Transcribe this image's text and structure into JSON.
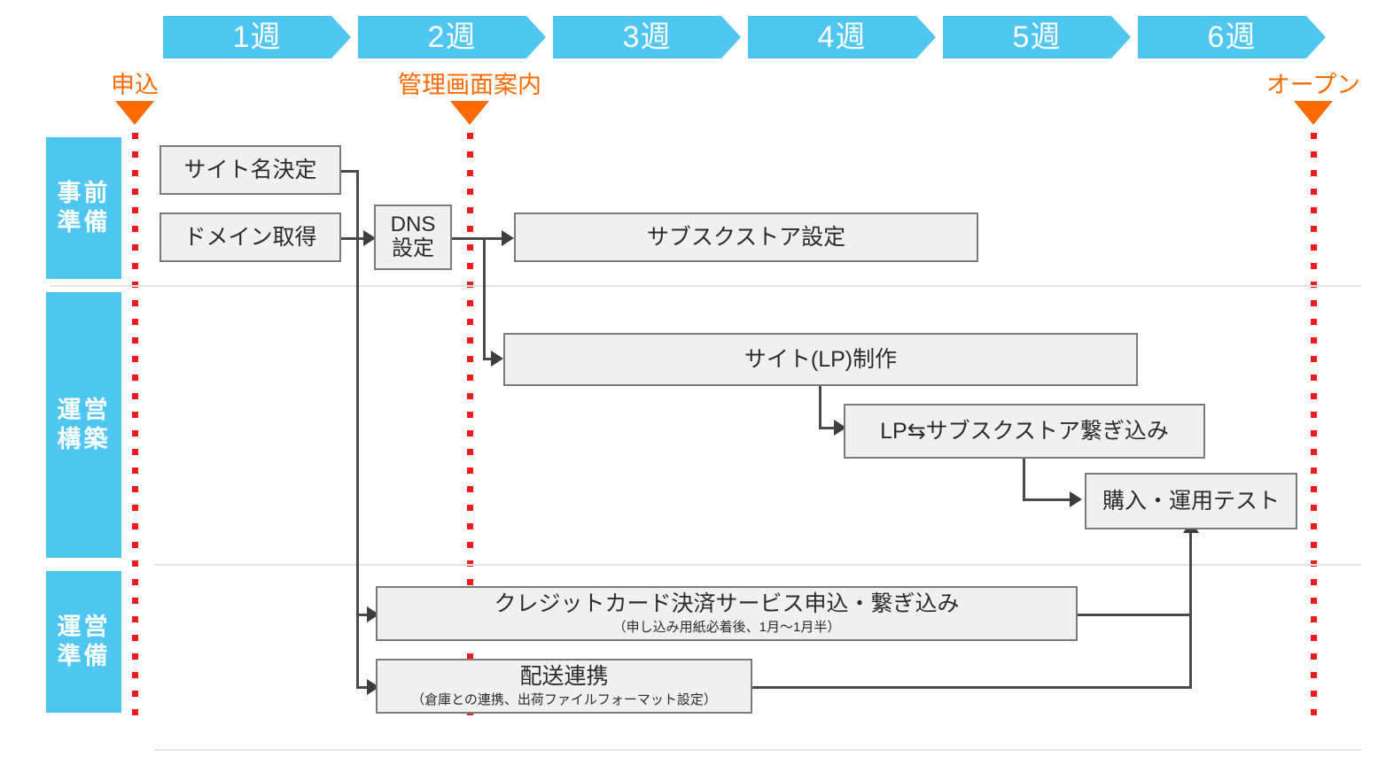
{
  "palette": {
    "accent_blue": "#4fc6f2",
    "milestone_orange": "#ff6a00",
    "dotted_red": "#ee1c1c",
    "box_fill": "#f0f0f0",
    "box_border": "#7a7a7a",
    "connector": "#4a4a4a",
    "separator": "#e3e3e3"
  },
  "timeline": {
    "weeks": [
      {
        "label": "1週"
      },
      {
        "label": "2週"
      },
      {
        "label": "3週"
      },
      {
        "label": "4週"
      },
      {
        "label": "5週"
      },
      {
        "label": "6週"
      }
    ]
  },
  "milestones": [
    {
      "key": "apply",
      "label": "申込"
    },
    {
      "key": "admin-guide",
      "label": "管理画面案内"
    },
    {
      "key": "open",
      "label": "オープン"
    }
  ],
  "lanes": [
    {
      "key": "prep",
      "line1": "事前",
      "line2": "準備"
    },
    {
      "key": "build",
      "line1": "運営",
      "line2": "構築"
    },
    {
      "key": "ops-prep",
      "line1": "運営",
      "line2": "準備"
    }
  ],
  "tasks": {
    "site_name": {
      "main": "サイト名決定",
      "sub": ""
    },
    "domain": {
      "main": "ドメイン取得",
      "sub": ""
    },
    "dns": {
      "main": "DNS\n設定",
      "sub": ""
    },
    "substore": {
      "main": "サブスクストア設定",
      "sub": ""
    },
    "lp": {
      "main": "サイト(LP)制作",
      "sub": ""
    },
    "lp_link": {
      "main": "LP⇆サブスクストア繋ぎ込み",
      "sub": ""
    },
    "purchase_test": {
      "main": "購入・運用テスト",
      "sub": ""
    },
    "credit_card": {
      "main": "クレジットカード決済サービス申込・繋ぎ込み",
      "sub": "（申し込み用紙必着後、1月〜1月半）"
    },
    "delivery": {
      "main": "配送連携",
      "sub": "（倉庫との連携、出荷ファイルフォーマット設定）"
    }
  }
}
